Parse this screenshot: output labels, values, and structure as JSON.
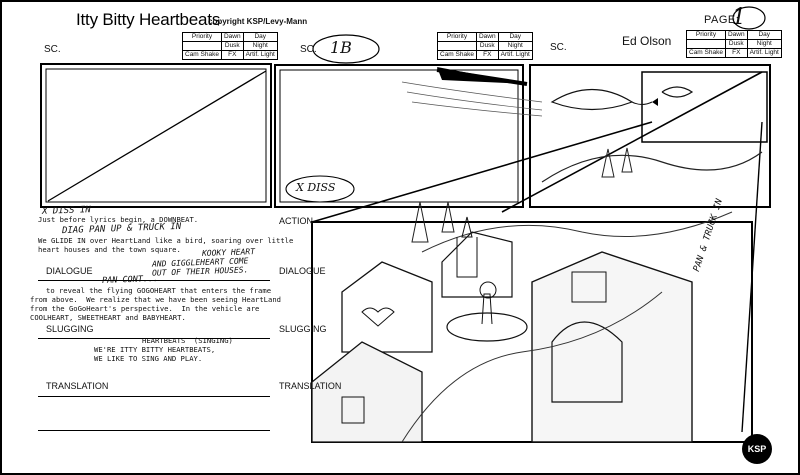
{
  "header": {
    "title": "Itty Bitty Heartbeats",
    "copyright": "copyright KSP/Levy-Mann",
    "artist": "Ed Olson",
    "page_label": "PAGE:",
    "page_number": "1"
  },
  "panels": [
    {
      "sc_label": "SC.",
      "sc_number": "",
      "grid": [
        [
          "Priority",
          "Dawn",
          "Day"
        ],
        [
          "",
          "Dusk",
          "Night"
        ],
        [
          "Cam Shake",
          "FX",
          "Artif. Light"
        ]
      ],
      "transition": ""
    },
    {
      "sc_label": "SC.",
      "sc_number": "1B",
      "grid": [
        [
          "Priority",
          "Dawn",
          "Day"
        ],
        [
          "",
          "Dusk",
          "Night"
        ],
        [
          "Cam Shake",
          "FX",
          "Artif. Light"
        ]
      ],
      "transition": "X DISS"
    },
    {
      "sc_label": "SC.",
      "sc_number": "",
      "grid": [
        [
          "Priority",
          "Dawn",
          "Day"
        ],
        [
          "",
          "Dusk",
          "Night"
        ],
        [
          "Cam Shake",
          "FX",
          "Artif. Light"
        ]
      ],
      "transition": ""
    }
  ],
  "notes": {
    "xdiss_in": "X DISS IN",
    "lyrics_line": "Just before lyrics begin, a DOWNBEAT.",
    "diag_pan": "DIAG PAN UP & TRUCK IN",
    "glide_line1": "We GLIDE IN over HeartLand like a bird, soaring over little",
    "glide_line2": "heart houses and the town square.",
    "kooky": "KOOKY HEART",
    "giggle1": "AND GIGGLEHEART COME",
    "giggle2": "OUT OF THEIR HOUSES.",
    "pan_cont": "PAN CONT...",
    "reveal_line1": "to reveal the flying GOGOHEART that enters the frame",
    "reveal_line2": "from above.  We realize that we have been seeing HeartLand",
    "reveal_line3": "from the GoGoHeart's perspective.  In the vehicle are",
    "reveal_line4": "COOLHEART, SWEETHEART and BABYHEART.",
    "song_line1": "HEARTBEATS  (SINGING)",
    "song_line2": "WE'RE ITTY BITTY HEARTBEATS,",
    "song_line3": "WE LIKE TO SING AND PLAY.",
    "pan_truck_in": "PAN & TRUCK IN"
  },
  "labels": {
    "action": "ACTION",
    "dialogue": "DIALOGUE",
    "slugging": "SLUGGING",
    "translation": "TRANSLATION"
  },
  "logo_text": "KSP"
}
